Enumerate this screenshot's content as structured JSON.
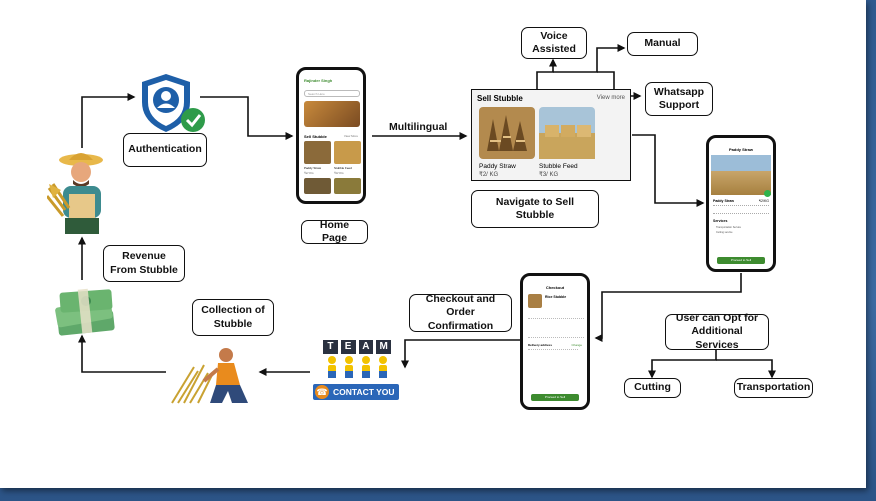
{
  "nodes": {
    "authentication": "Authentication",
    "home_page": "Home Page",
    "multilingual": "Multilingual",
    "voice_assisted": "Voice Assisted",
    "manual": "Manual",
    "whatsapp_support": "Whatsapp Support",
    "navigate_sell": "Navigate to Sell Stubble",
    "checkout": "Checkout and Order Confirmation",
    "opt_services": "User can Opt for Additional Services",
    "cutting": "Cutting",
    "transportation": "Transportation",
    "collection": "Collection of Stubble",
    "revenue": "Revenue From Stubble"
  },
  "sell_panel": {
    "title": "Sell Stubble",
    "view_more": "View more",
    "item1_name": "Paddy Straw",
    "item1_price": "₹2/ KG",
    "item2_name": "Stubble Feed",
    "item2_price": "₹3/ KG"
  },
  "team_badge": {
    "letters": [
      "T",
      "E",
      "A",
      "M"
    ],
    "contact": "CONTACT YOU"
  },
  "phone_home": {
    "user": "Rajinder Singh",
    "search": "Search Here",
    "section": "Sell Stubble",
    "more": "View More",
    "item1": "Paddy Straw",
    "item1_price": "₹2/ KG",
    "item2": "Stubble Feed",
    "item2_price": "₹3/ KG"
  },
  "phone_detail": {
    "title": "Paddy Straw",
    "name": "Paddy Straw",
    "price": "₹2/KG",
    "services": "Services",
    "opt1": "Transportation Service",
    "opt2": "Cutting service",
    "cta": "Proceed to Sell"
  },
  "phone_checkout": {
    "title": "Checkout",
    "product": "Rice Stubble",
    "delivery": "Delivery address",
    "change": "Change",
    "cta": "Proceed to Sell"
  },
  "colors": {
    "accent_green": "#3d8b2f",
    "shield_blue": "#1e5fa8",
    "check_green": "#2e9b4a",
    "badge_blue": "#2a66b8",
    "badge_orange": "#e98b1d"
  }
}
